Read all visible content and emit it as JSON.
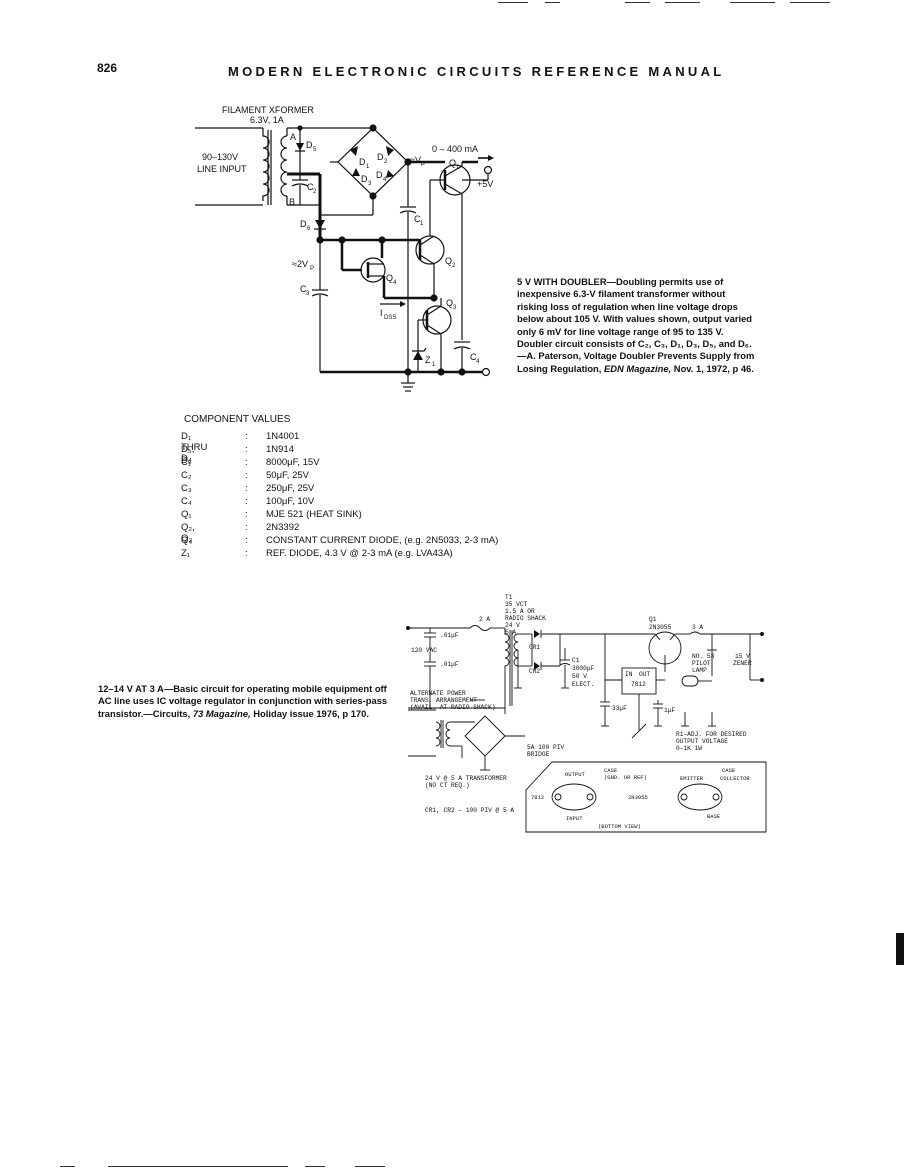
{
  "header": {
    "page_number": "826",
    "title": "MODERN ELECTRONIC CIRCUITS REFERENCE MANUAL"
  },
  "circuit1": {
    "labels": {
      "filament": "FILAMENT XFORMER",
      "rating": "6.3V, 1A",
      "line1": "90–130V",
      "line2": "LINE INPUT",
      "current": "0 – 400 mA",
      "vp": "≈V",
      "vp_sub": "P",
      "out5v": "+5V",
      "v2p": "≈2V",
      "idss": "I",
      "idss_sub": "DSS",
      "A": "A",
      "B": "B",
      "D1": "D",
      "D1s": "1",
      "D2": "D",
      "D2s": "2",
      "D3": "D",
      "D3s": "3",
      "D4": "D",
      "D4s": "4",
      "D5": "D",
      "D5s": "5",
      "D6": "D",
      "D6s": "6",
      "C1": "C",
      "C1s": "1",
      "C2": "C",
      "C2s": "2",
      "C3": "C",
      "C3s": "3",
      "C4": "C",
      "C4s": "4",
      "Q1": "Q",
      "Q1s": "1",
      "Q2": "Q",
      "Q2s": "2",
      "Q3": "Q",
      "Q3s": "3",
      "Q4": "Q",
      "Q4s": "4",
      "Z1": "Z",
      "Z1s": "1"
    },
    "caption_title": "5 V WITH DOUBLER",
    "caption_body": "—Doubling permits use of inexpensive 6.3-V filament transformer without risking loss of regulation when line voltage drops below about 105 V. With values shown, output varied only 6 mV for line voltage range of 95 to 135 V. Doubler circuit consists of C₂, C₃, D₁, D₃, D₅, and D₆.—A. Paterson, Voltage Doubler Prevents Supply from Losing Regulation, ",
    "caption_source": "EDN Magazine,",
    "caption_end": " Nov. 1, 1972, p 46."
  },
  "component_values": {
    "title": "COMPONENT VALUES",
    "rows": [
      {
        "sym": "D₁ THRU D₄",
        "sep": ":",
        "val": "1N4001"
      },
      {
        "sym": "D₅, D₆",
        "sep": ":",
        "val": "1N914"
      },
      {
        "sym": "C₁",
        "sep": ":",
        "val": "8000μF, 15V"
      },
      {
        "sym": "C₂",
        "sep": ":",
        "val": "50μF, 25V"
      },
      {
        "sym": "C₃",
        "sep": ":",
        "val": "250μF, 25V"
      },
      {
        "sym": "C₄",
        "sep": ":",
        "val": "100μF, 10V"
      },
      {
        "sym": "Q₁",
        "sep": ":",
        "val": "MJE 521 (HEAT SINK)"
      },
      {
        "sym": "Q₂, Q₃",
        "sep": ":",
        "val": "2N3392"
      },
      {
        "sym": "Q₄",
        "sep": ":",
        "val": "CONSTANT CURRENT DIODE, (e.g. 2N5033, 2-3 mA)"
      },
      {
        "sym": "Z₁",
        "sep": ":",
        "val": "REF. DIODE, 4.3 V @ 2-3 mA (e.g. LVA43A)"
      }
    ]
  },
  "circuit2": {
    "labels": {
      "t1a": "T1",
      "t1b": "35 VCT",
      "t1c": "1.5 A OR",
      "t1d": "RADIO SHACK",
      "t1e": "24 V",
      "t1f": "5 A",
      "fuse": "2 A",
      "q1": "Q1",
      "q1p": "2N3055",
      "amps": "3 A",
      "vac": "120 VAC",
      "c01a": ".01μF",
      "c01b": ".01μF",
      "cr1": "CR1",
      "cr2": "CR2",
      "c1a": "C1",
      "c1b": "3000μF",
      "c1c": "50 V",
      "c1d": "ELECT.",
      "reg_in": "IN",
      "reg_out": "OUT",
      "reg": "7812",
      "lamp1": "NO. 53",
      "lamp2": "PILOT",
      "lamp3": "LAMP",
      "zen1": "15 V",
      "zen2": "ZENER",
      "c33": "33μF",
      "c1u": "1μF",
      "r1a": "R1–ADJ. FOR DESIRED",
      "r1b": "OUTPUT VOLTAGE",
      "r1c": "0–1K 1W",
      "alt1": "ALTERNATE POWER",
      "alt2": "TRANS. ARRANGEMENT",
      "alt3": "(AVAIL. AT RADIO SHACK)",
      "br1": "5A 100 PIV",
      "br2": "BRIDGE",
      "xf1": "24 V @ 5 A  TRANSFORMER",
      "xf2": "(NO CT REQ.)",
      "cr": "CR1, CR2 – 100 PIV @ 5 A",
      "pkg_case": "CASE",
      "pkg_gnd": "(GND. OR REF)",
      "pkg_output": "OUTPUT",
      "pkg_7812": "7812",
      "pkg_input": "INPUT",
      "pkg_2n3055": "2N3055",
      "pkg_emitter": "EMITTER",
      "pkg_case2": "CASE",
      "pkg_collector": "COLLECTOR",
      "pkg_base": "BASE",
      "pkg_bottom": "(BOTTOM VIEW)"
    },
    "caption_title": "12–14 V AT 3 A",
    "caption_body": "—Basic circuit for operating mobile equipment off AC line uses IC voltage regulator in conjunction with series-pass transistor.—Circuits, ",
    "caption_source": "73 Magazine,",
    "caption_end": " Holiday issue 1976, p 170."
  }
}
